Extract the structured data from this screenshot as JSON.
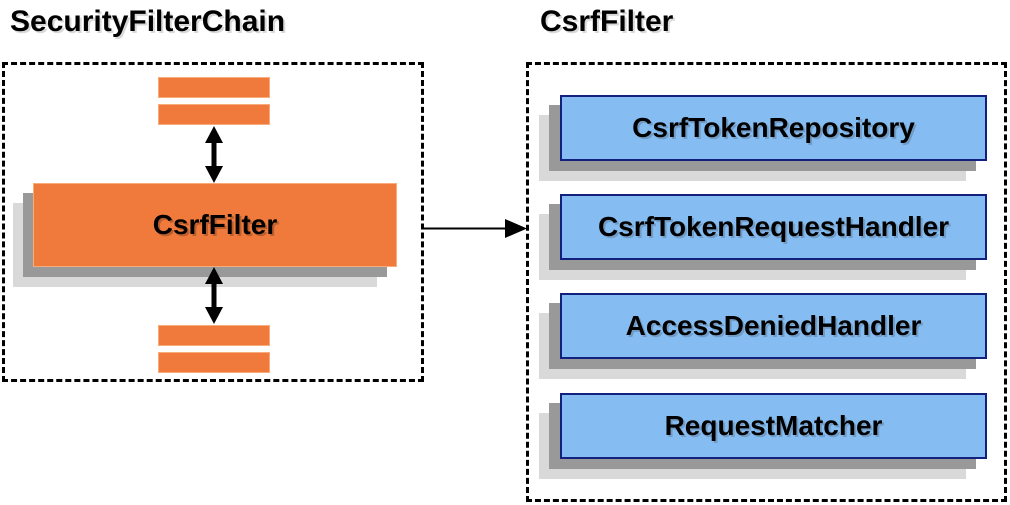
{
  "left_panel": {
    "title": "SecurityFilterChain",
    "filter_node_label": "CsrfFilter"
  },
  "right_panel": {
    "title": "CsrfFilter",
    "components": [
      "CsrfTokenRepository",
      "CsrfTokenRequestHandler",
      "AccessDeniedHandler",
      "RequestMatcher"
    ]
  },
  "icons": {
    "double_arrow": "↕",
    "flow_arrow": "→"
  },
  "colors": {
    "orange": "#F0793C",
    "orange_light": "#F8AC7B",
    "blue_fill": "#85BDF2",
    "blue_border": "#13217E",
    "shadow_dark": "#999999",
    "shadow_light": "#D9D9D9",
    "line": "#000000"
  }
}
